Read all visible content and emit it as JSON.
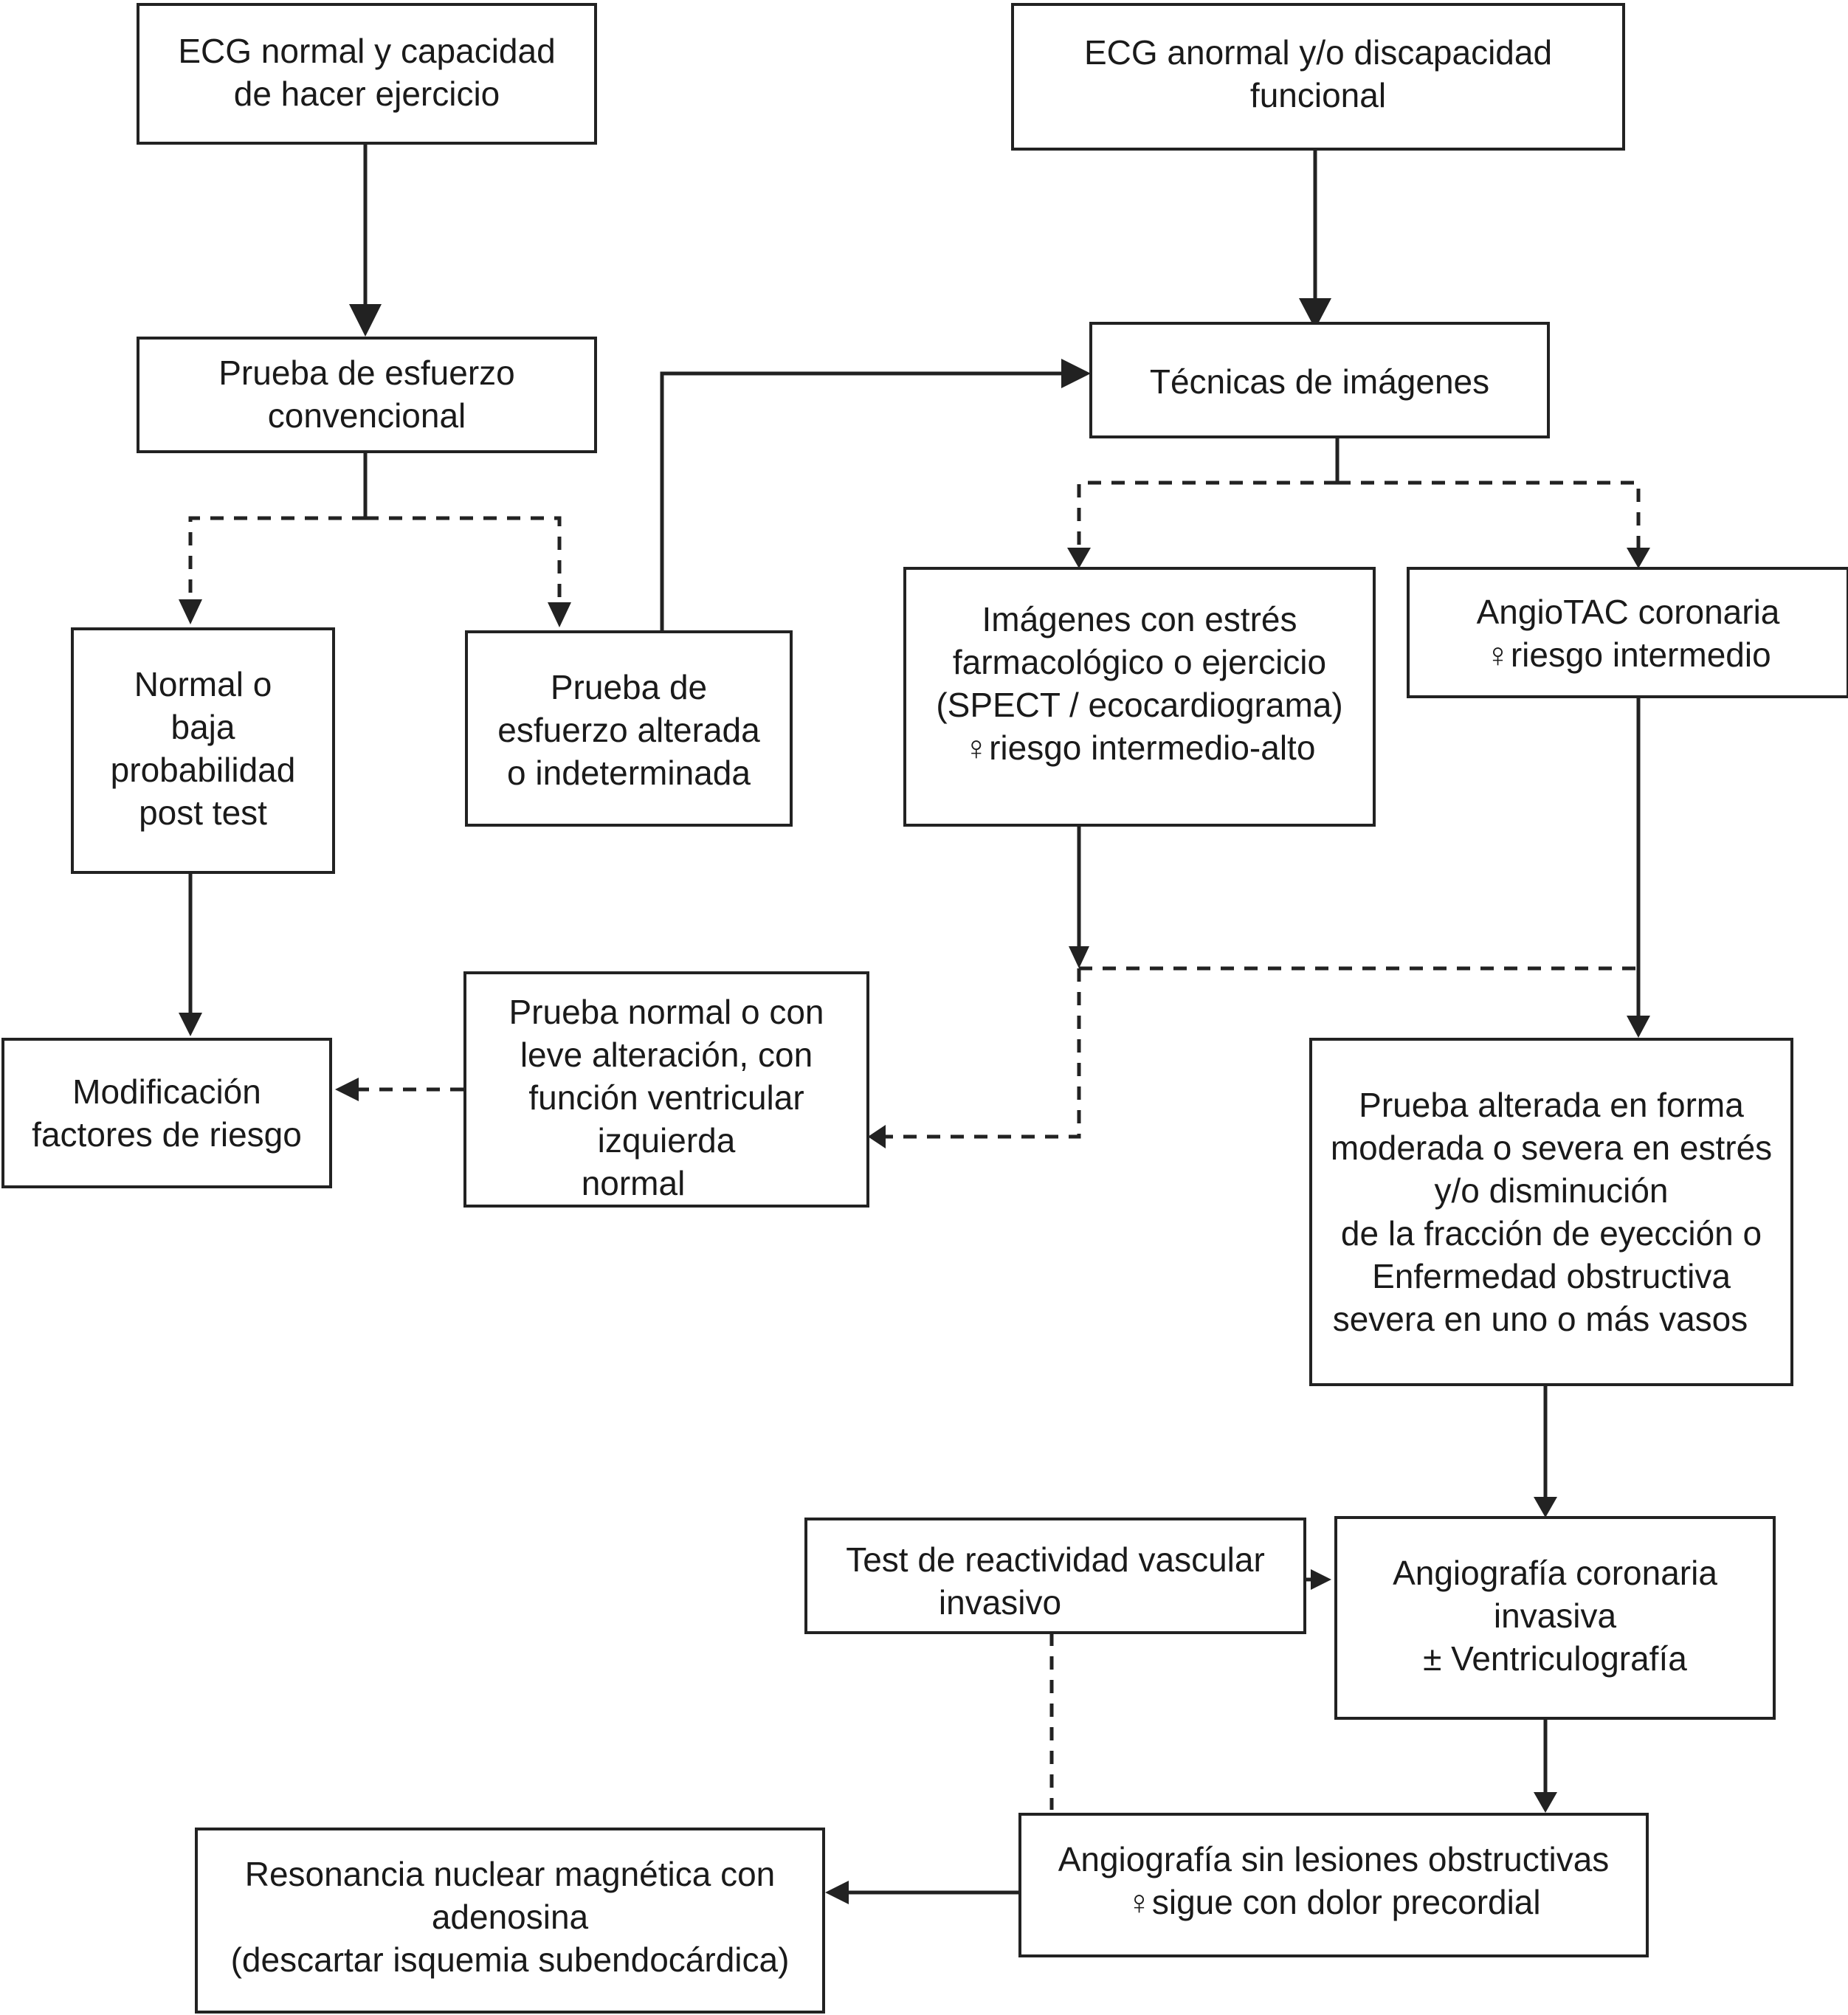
{
  "nodes": {
    "ecg_normal": {
      "lines": [
        "ECG normal y capacidad",
        "de hacer ejercicio"
      ]
    },
    "ecg_anormal": {
      "lines": [
        "ECG anormal y/o discapacidad",
        "funcional"
      ]
    },
    "prueba_esfuerzo": {
      "lines": [
        "Prueba de esfuerzo",
        "convencional"
      ]
    },
    "tecnicas_imagenes": {
      "lines": [
        "Técnicas de imágenes"
      ]
    },
    "normal_baja": {
      "lines": [
        "Normal o",
        "baja",
        "probabilidad",
        "post test"
      ]
    },
    "esfuerzo_alterada": {
      "lines": [
        "Prueba de",
        "esfuerzo alterada",
        "o indeterminada"
      ]
    },
    "imagenes_estres": {
      "lines": [
        "Imágenes con estrés",
        "farmacológico o ejercicio",
        "(SPECT / ecocardiograma)",
        "♀riesgo intermedio-alto"
      ]
    },
    "angiotac": {
      "lines": [
        "AngioTAC coronaria",
        "♀riesgo intermedio"
      ]
    },
    "modificacion": {
      "lines": [
        "Modificación",
        "factores de riesgo"
      ]
    },
    "prueba_normal_leve": {
      "lines": [
        "Prueba normal o con",
        "leve alteración, con",
        "función ventricular",
        "izquierda",
        "normal"
      ]
    },
    "prueba_alterada": {
      "lines": [
        "Prueba alterada en forma",
        "moderada o severa en estrés",
        "y/o disminución",
        "de la fracción de eyección o",
        "Enfermedad obstructiva",
        "severa en uno o más vasos"
      ]
    },
    "test_reactividad": {
      "lines": [
        "Test de reactividad vascular",
        "invasivo"
      ]
    },
    "angiografia_invasiva": {
      "lines": [
        "Angiografía coronaria",
        "invasiva",
        "± Ventriculografía"
      ]
    },
    "angiografia_sin_lesiones": {
      "lines": [
        "Angiografía sin lesiones obstructivas",
        "♀sigue con dolor precordial"
      ]
    },
    "resonancia": {
      "lines": [
        "Resonancia nuclear magnética con",
        "adenosina",
        "(descartar isquemia subendocárdica)"
      ]
    }
  }
}
